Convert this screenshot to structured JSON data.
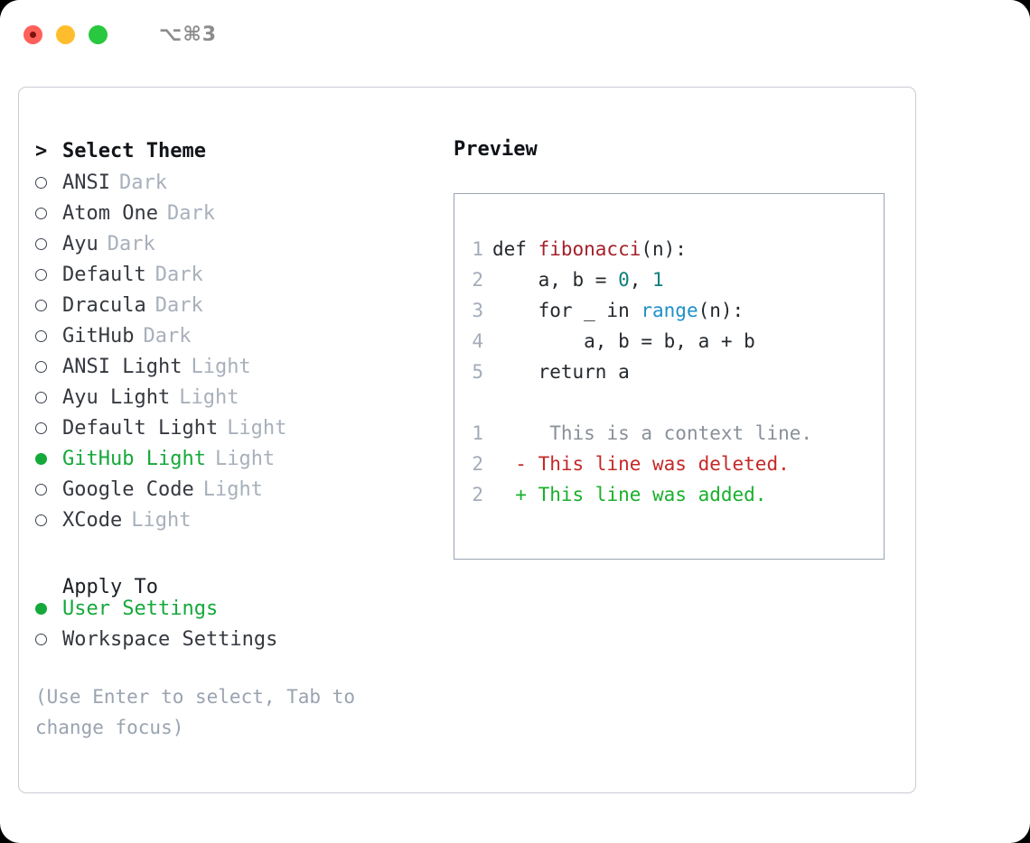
{
  "window": {
    "shortcut_label": "⌥⌘3",
    "traffic_lights": [
      {
        "name": "close",
        "color": "#ff6059"
      },
      {
        "name": "minimize",
        "color": "#ffbd2e"
      },
      {
        "name": "zoom",
        "color": "#28c83f"
      }
    ]
  },
  "theme_selector": {
    "prompt": ">",
    "title": "Select Theme",
    "items": [
      {
        "label": "ANSI",
        "badge": "Dark",
        "selected": false
      },
      {
        "label": "Atom One",
        "badge": "Dark",
        "selected": false
      },
      {
        "label": "Ayu",
        "badge": "Dark",
        "selected": false
      },
      {
        "label": "Default",
        "badge": "Dark",
        "selected": false
      },
      {
        "label": "Dracula",
        "badge": "Dark",
        "selected": false
      },
      {
        "label": "GitHub",
        "badge": "Dark",
        "selected": false
      },
      {
        "label": "ANSI Light",
        "badge": "Light",
        "selected": false
      },
      {
        "label": "Ayu Light",
        "badge": "Light",
        "selected": false
      },
      {
        "label": "Default Light",
        "badge": "Light",
        "selected": false
      },
      {
        "label": "GitHub Light",
        "badge": "Light",
        "selected": true
      },
      {
        "label": "Google Code",
        "badge": "Light",
        "selected": false
      },
      {
        "label": "XCode",
        "badge": "Light",
        "selected": false
      }
    ]
  },
  "apply_to": {
    "title": "Apply To",
    "items": [
      {
        "label": "User Settings",
        "selected": true
      },
      {
        "label": "Workspace Settings",
        "selected": false
      }
    ]
  },
  "hint": "(Use Enter to select, Tab to change focus)",
  "preview": {
    "title": "Preview",
    "code_lines": [
      {
        "lno": "1",
        "tokens": [
          {
            "text": "def ",
            "kind": "tok-def"
          },
          {
            "text": "fibonacci",
            "kind": "tok-fn"
          },
          {
            "text": "(n):",
            "kind": "tok-plain"
          }
        ]
      },
      {
        "lno": "2",
        "tokens": [
          {
            "text": "    a, b = ",
            "kind": "tok-plain"
          },
          {
            "text": "0",
            "kind": "tok-num"
          },
          {
            "text": ", ",
            "kind": "tok-plain"
          },
          {
            "text": "1",
            "kind": "tok-num"
          }
        ]
      },
      {
        "lno": "3",
        "tokens": [
          {
            "text": "    for _ in ",
            "kind": "tok-plain"
          },
          {
            "text": "range",
            "kind": "tok-call"
          },
          {
            "text": "(n):",
            "kind": "tok-plain"
          }
        ]
      },
      {
        "lno": "4",
        "tokens": [
          {
            "text": "        a, b = b, a + b",
            "kind": "tok-plain"
          }
        ]
      },
      {
        "lno": "5",
        "tokens": [
          {
            "text": "    return a",
            "kind": "tok-plain"
          }
        ]
      }
    ],
    "diff_lines": [
      {
        "lno": "1",
        "marker": " ",
        "text": "  This is a context line.",
        "kind": "diff-ctx"
      },
      {
        "lno": "2",
        "marker": "-",
        "text": " This line was deleted.",
        "kind": "diff-del"
      },
      {
        "lno": "2",
        "marker": "+",
        "text": " This line was added.",
        "kind": "diff-add"
      }
    ]
  },
  "colors": {
    "accent_green": "#15a83a",
    "muted": "#a8b0bb",
    "hint": "#9aa3b0",
    "diff_delete": "#c62828",
    "diff_add": "#19b02c",
    "code_function": "#a4202a",
    "code_number": "#0f7d7d",
    "code_call": "#1f90c6"
  }
}
